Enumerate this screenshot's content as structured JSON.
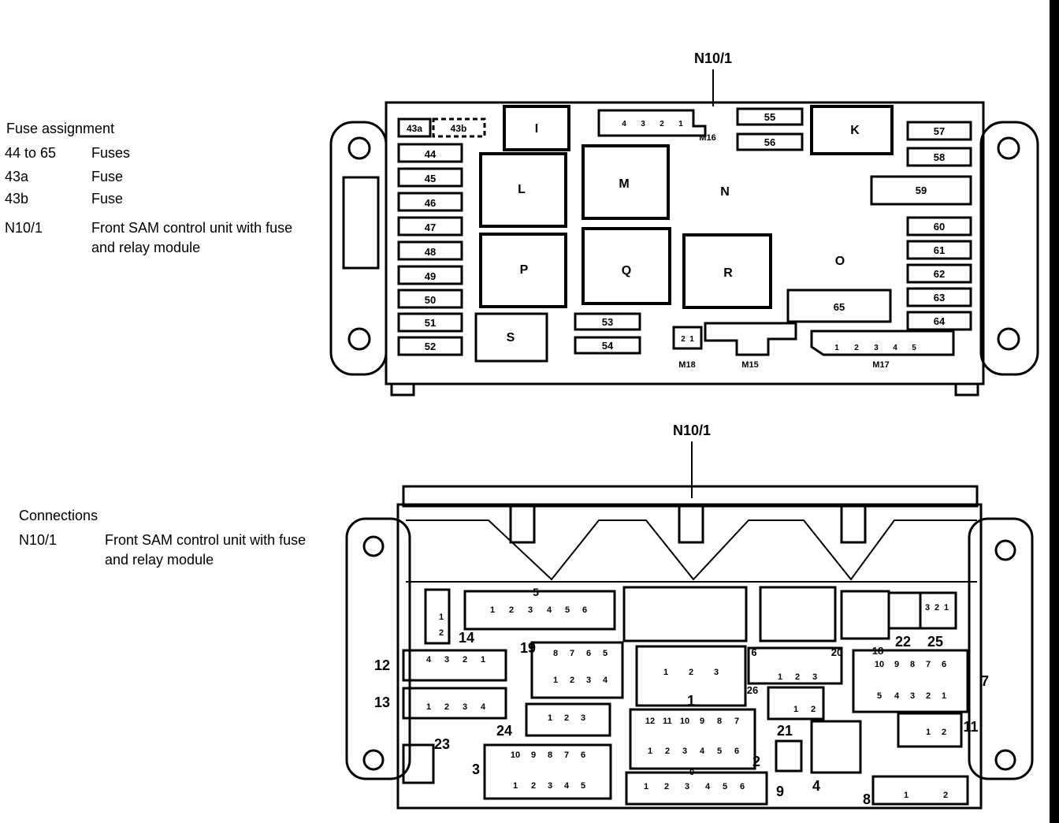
{
  "fuse_legend": {
    "title": "Fuse assignment",
    "rows": [
      {
        "code": "44 to 65",
        "desc": "Fuses"
      },
      {
        "code": "43a",
        "desc": "Fuse"
      },
      {
        "code": "43b",
        "desc": "Fuse"
      },
      {
        "code": "N10/1",
        "desc_line1": "Front SAM control unit with fuse",
        "desc_line2": "and relay module"
      }
    ]
  },
  "connections_legend": {
    "title": "Connections",
    "rows": [
      {
        "code": "N10/1",
        "desc_line1": "Front SAM control unit with fuse",
        "desc_line2": "and relay module"
      }
    ]
  },
  "top_diagram": {
    "callout": "N10/1",
    "fuses_left": [
      "44",
      "45",
      "46",
      "47",
      "48",
      "49",
      "50",
      "51",
      "52"
    ],
    "fuse_43a": "43a",
    "fuse_43b": "43b",
    "fuses_top_mid": [
      "55",
      "56"
    ],
    "fuses_right": [
      "57",
      "58",
      "60",
      "61",
      "62",
      "63",
      "64"
    ],
    "fuse_59": "59",
    "fuse_65": "65",
    "fuses_bottom_mid": [
      "53",
      "54"
    ],
    "relays": [
      "I",
      "K",
      "L",
      "M",
      "N",
      "O",
      "P",
      "Q",
      "R",
      "S"
    ],
    "connectors": [
      "M16",
      "M18",
      "M15",
      "M17"
    ],
    "m16_pins": [
      "4",
      "3",
      "2",
      "1"
    ],
    "m18_pins": [
      "2",
      "1"
    ],
    "m17_pins": [
      "1",
      "2",
      "3",
      "4",
      "5"
    ]
  },
  "bottom_diagram": {
    "callout": "N10/1",
    "labels": [
      "5",
      "14",
      "12",
      "13",
      "19",
      "24",
      "3",
      "23",
      "1",
      "2",
      "9",
      "4",
      "8",
      "6",
      "20",
      "26",
      "21",
      "22",
      "25",
      "18",
      "7",
      "11"
    ],
    "c5_pins": [
      "1",
      "2",
      "3",
      "4",
      "5",
      "6"
    ],
    "c12_pins": [
      "4",
      "3",
      "2",
      "1"
    ],
    "c13_pins": [
      "1",
      "2",
      "3",
      "4"
    ],
    "c19_top_pins": [
      "8",
      "7",
      "6",
      "5"
    ],
    "c19_bottom_pins": [
      "1",
      "2",
      "3",
      "4"
    ],
    "c24_pins": [
      "1",
      "2",
      "3"
    ],
    "c3_top_pins": [
      "10",
      "9",
      "8",
      "7",
      "6"
    ],
    "c3_bottom_pins": [
      "1",
      "2",
      "3",
      "4",
      "5"
    ],
    "c1_pins": [
      "1",
      "2",
      "3"
    ],
    "c2_top_pins": [
      "12",
      "11",
      "10",
      "9",
      "8",
      "7"
    ],
    "c2_bottom_pins": [
      "1",
      "2",
      "3",
      "4",
      "5",
      "6"
    ],
    "c9_pins": [
      "1",
      "2",
      "3",
      "4",
      "5",
      "6"
    ],
    "c9_mid": "0",
    "c20_pins": [
      "1",
      "2",
      "3"
    ],
    "c21_pins": [
      "1",
      "2"
    ],
    "c18_top_pins": [
      "10",
      "9",
      "8",
      "7",
      "6"
    ],
    "c18_bottom_pins": [
      "5",
      "4",
      "3",
      "2",
      "1"
    ],
    "c11_pins": [
      "1",
      "2"
    ],
    "c8_pins": [
      "1",
      "2"
    ],
    "c25_pins": [
      "3",
      "2",
      "1"
    ],
    "c14_pins": [
      "1",
      "2"
    ]
  }
}
